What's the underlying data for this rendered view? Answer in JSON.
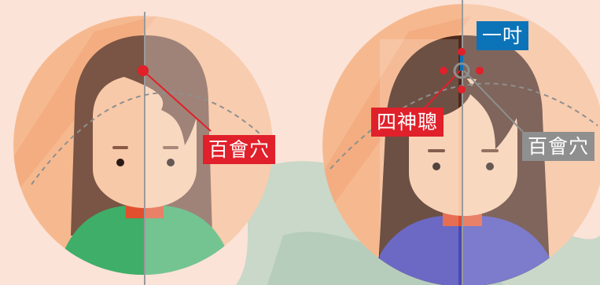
{
  "labels": {
    "left_baihui": "百會穴",
    "right_baihui": "百會穴",
    "sishencong": "四神聰",
    "yicun": "一吋"
  },
  "colors": {
    "background": "#fbe3d8",
    "circle_light": "#f6b98f",
    "circle_dark": "#f2a578",
    "skin": "#f7c9a8",
    "hair_left": "#7a5444",
    "hair_right": "#4e2a1c",
    "shirt_left": "#3fae68",
    "shirt_right": "#4b48b7",
    "collar": "#e14f2e",
    "acupoint_red": "#e0202a",
    "label_gray": "#8f8f8f",
    "label_blue": "#0b73b8",
    "stroke_green": "#b9d3c3"
  },
  "icons": {
    "left_figure": "woman-short-hair-icon",
    "right_figure": "woman-long-hair-icon"
  }
}
